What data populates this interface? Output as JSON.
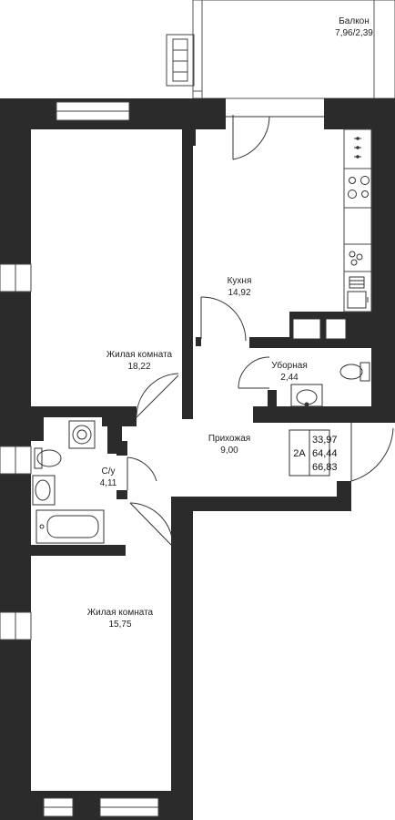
{
  "rooms": {
    "balcony": {
      "name": "Балкон",
      "area": "7,96/2,39"
    },
    "kitchen": {
      "name": "Кухня",
      "area": "14,92"
    },
    "living_top": {
      "name": "Жилая комната",
      "area": "18,22"
    },
    "toilet": {
      "name": "Уборная",
      "area": "2,44"
    },
    "hallway": {
      "name": "Прихожая",
      "area": "9,00"
    },
    "bathroom": {
      "name": "С/у",
      "area": "4,11"
    },
    "living_bottom": {
      "name": "Жилая комната",
      "area": "15,75"
    }
  },
  "summary": {
    "apartment_type": "2А",
    "living_area": "33,97",
    "total_area": "64,44",
    "total_with_balcony": "66,83"
  },
  "colors": {
    "wall": "#2b2b2b",
    "window": "#ffffff",
    "line": "#333333"
  }
}
